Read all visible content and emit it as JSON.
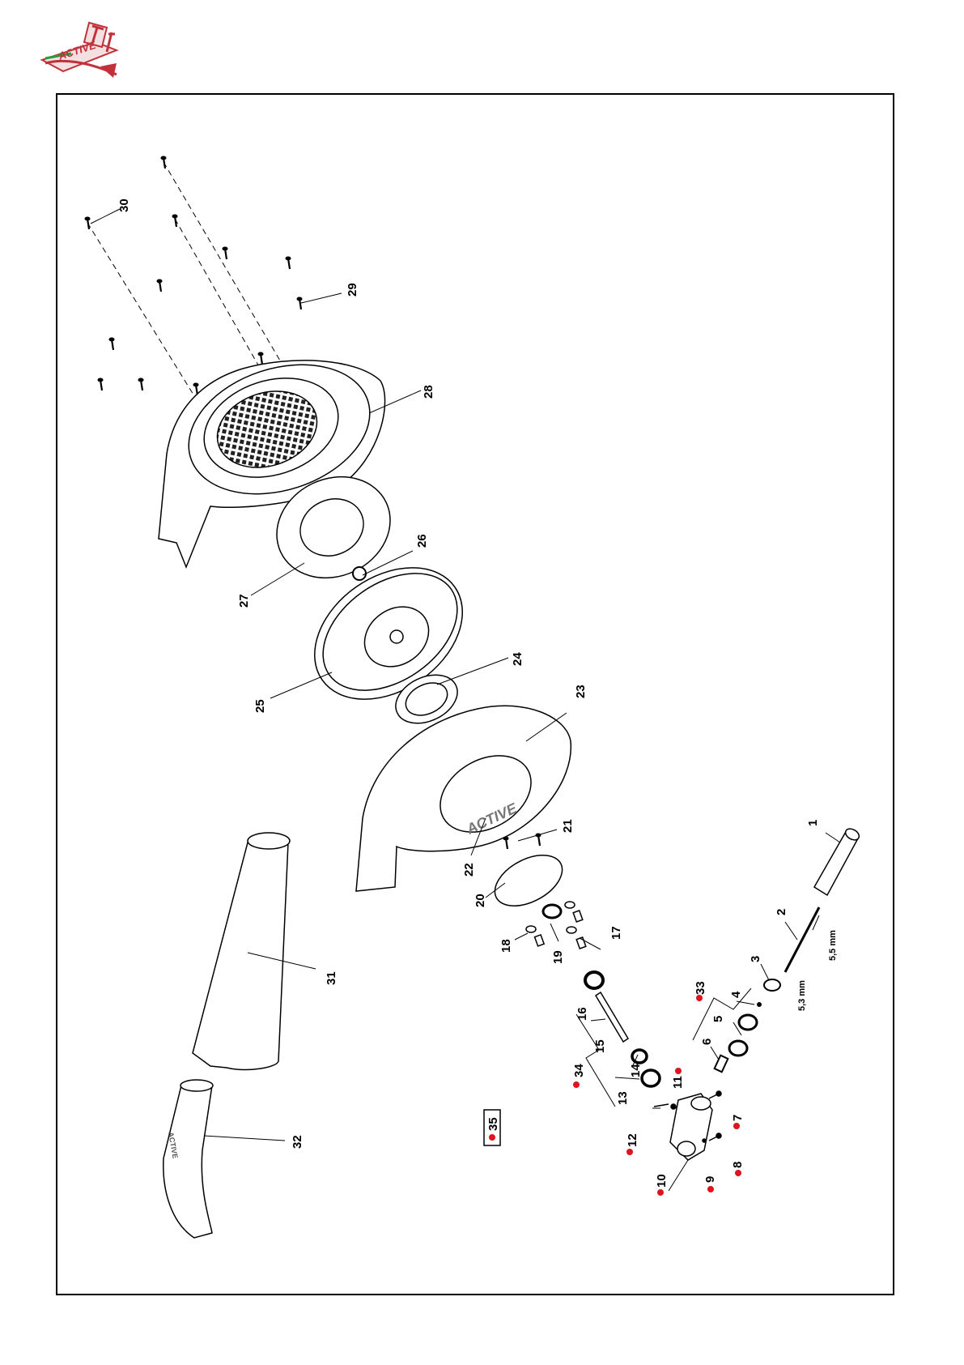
{
  "logo": {
    "text": "ACTIVE"
  },
  "callouts": {
    "c1": "1",
    "c2": "2",
    "c3": "3",
    "c4": "4",
    "c5": "5",
    "c6": "6",
    "c7": "7",
    "c8": "8",
    "c9": "9",
    "c10": "10",
    "c11": "11",
    "c12": "12",
    "c13": "13",
    "c14": "14",
    "c15": "15",
    "c16": "16",
    "c17": "17",
    "c18": "18",
    "c19": "19",
    "c20": "20",
    "c21": "21",
    "c22": "22",
    "c23": "23",
    "c24": "24",
    "c25": "25",
    "c26": "26",
    "c27": "27",
    "c28": "28",
    "c29": "29",
    "c30": "30",
    "c31": "31",
    "c32": "32",
    "c33": "33",
    "c34": "34",
    "c35": "35"
  },
  "dimensions": {
    "d1": "5,5 mm",
    "d2": "5,3 mm"
  },
  "stamps": {
    "housing": "ACTIVE",
    "tube": "ACTIVE"
  },
  "colors": {
    "marker": "#e0141e",
    "line": "#000000",
    "logo_red": "#c2303a",
    "logo_green": "#2a9a3a"
  }
}
